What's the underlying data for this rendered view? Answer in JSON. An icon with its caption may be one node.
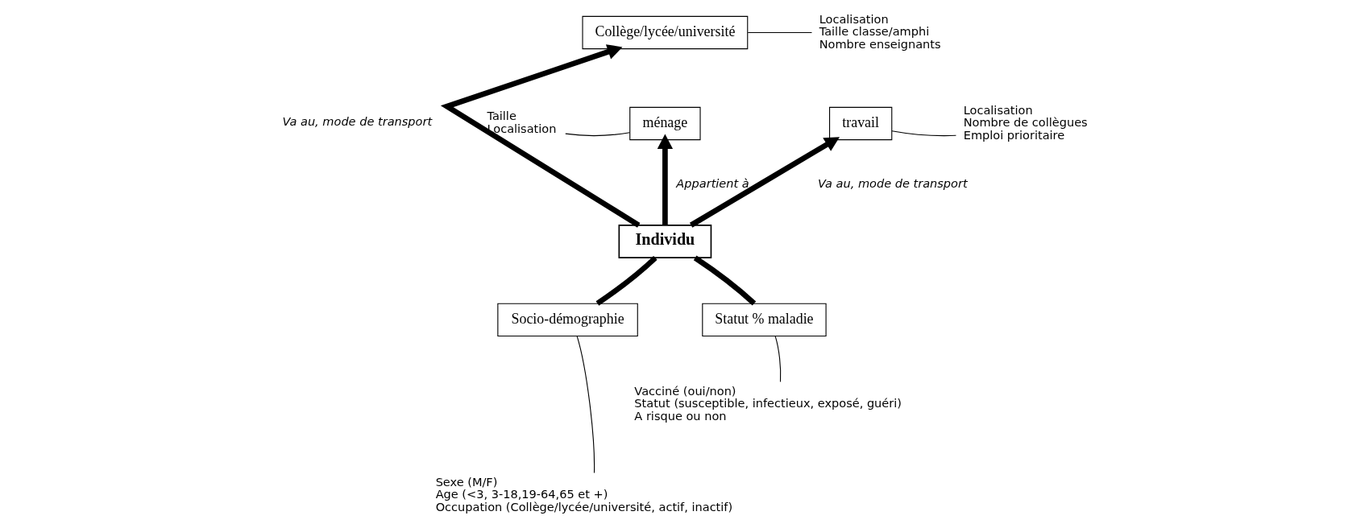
{
  "diagram": {
    "nodes": [
      {
        "text": [
          "Collège/lycée/université"
        ]
      },
      {
        "text": [
          "Localisation",
          "Taille classe/amphi",
          "Nombre enseignants"
        ]
      },
      {
        "text": [
          "travail"
        ]
      },
      {
        "text": [
          "Localisation",
          "Nombre de collègues",
          "Emploi prioritaire"
        ]
      },
      {
        "text": [
          "Taille",
          "Localisation"
        ]
      },
      {
        "text": [
          "ménage"
        ]
      },
      {
        "text": [
          "Individu"
        ]
      },
      {
        "text": [
          "Socio-démographie"
        ]
      },
      {
        "text": [
          "Statut % maladie"
        ]
      },
      {
        "text": [
          "Sexe (M/F)",
          "Age (<3, 3-18,19-64,65 et +)",
          "Occupation (Collège/lycée/université, actif, inactif)"
        ]
      },
      {
        "text": [
          "Vacciné (oui/non)",
          "Statut (susceptible, infectieux, exposé, guéri)",
          "A risque ou non"
        ]
      }
    ],
    "edges": [
      {
        "from": 6,
        "to": 0,
        "arrow": "to",
        "label": "Va au, mode de transport",
        "style": "thick"
      },
      {
        "from": 6,
        "to": 2,
        "arrow": "to",
        "label": "Va au, mode de transport",
        "style": "thick"
      },
      {
        "from": 6,
        "to": 5,
        "arrow": "to",
        "label": "Appartient à",
        "style": "thick"
      },
      {
        "from": 6,
        "to": 7,
        "arrow": "none",
        "style": "thick"
      },
      {
        "from": 6,
        "to": 8,
        "arrow": "none",
        "style": "thick"
      },
      {
        "from": 0,
        "to": 1,
        "arrow": "none"
      },
      {
        "from": 2,
        "to": 3,
        "arrow": "none"
      },
      {
        "from": 5,
        "to": 4,
        "arrow": "none"
      },
      {
        "from": 7,
        "to": 9,
        "arrow": "none"
      },
      {
        "from": 8,
        "to": 10,
        "arrow": "none"
      }
    ]
  }
}
